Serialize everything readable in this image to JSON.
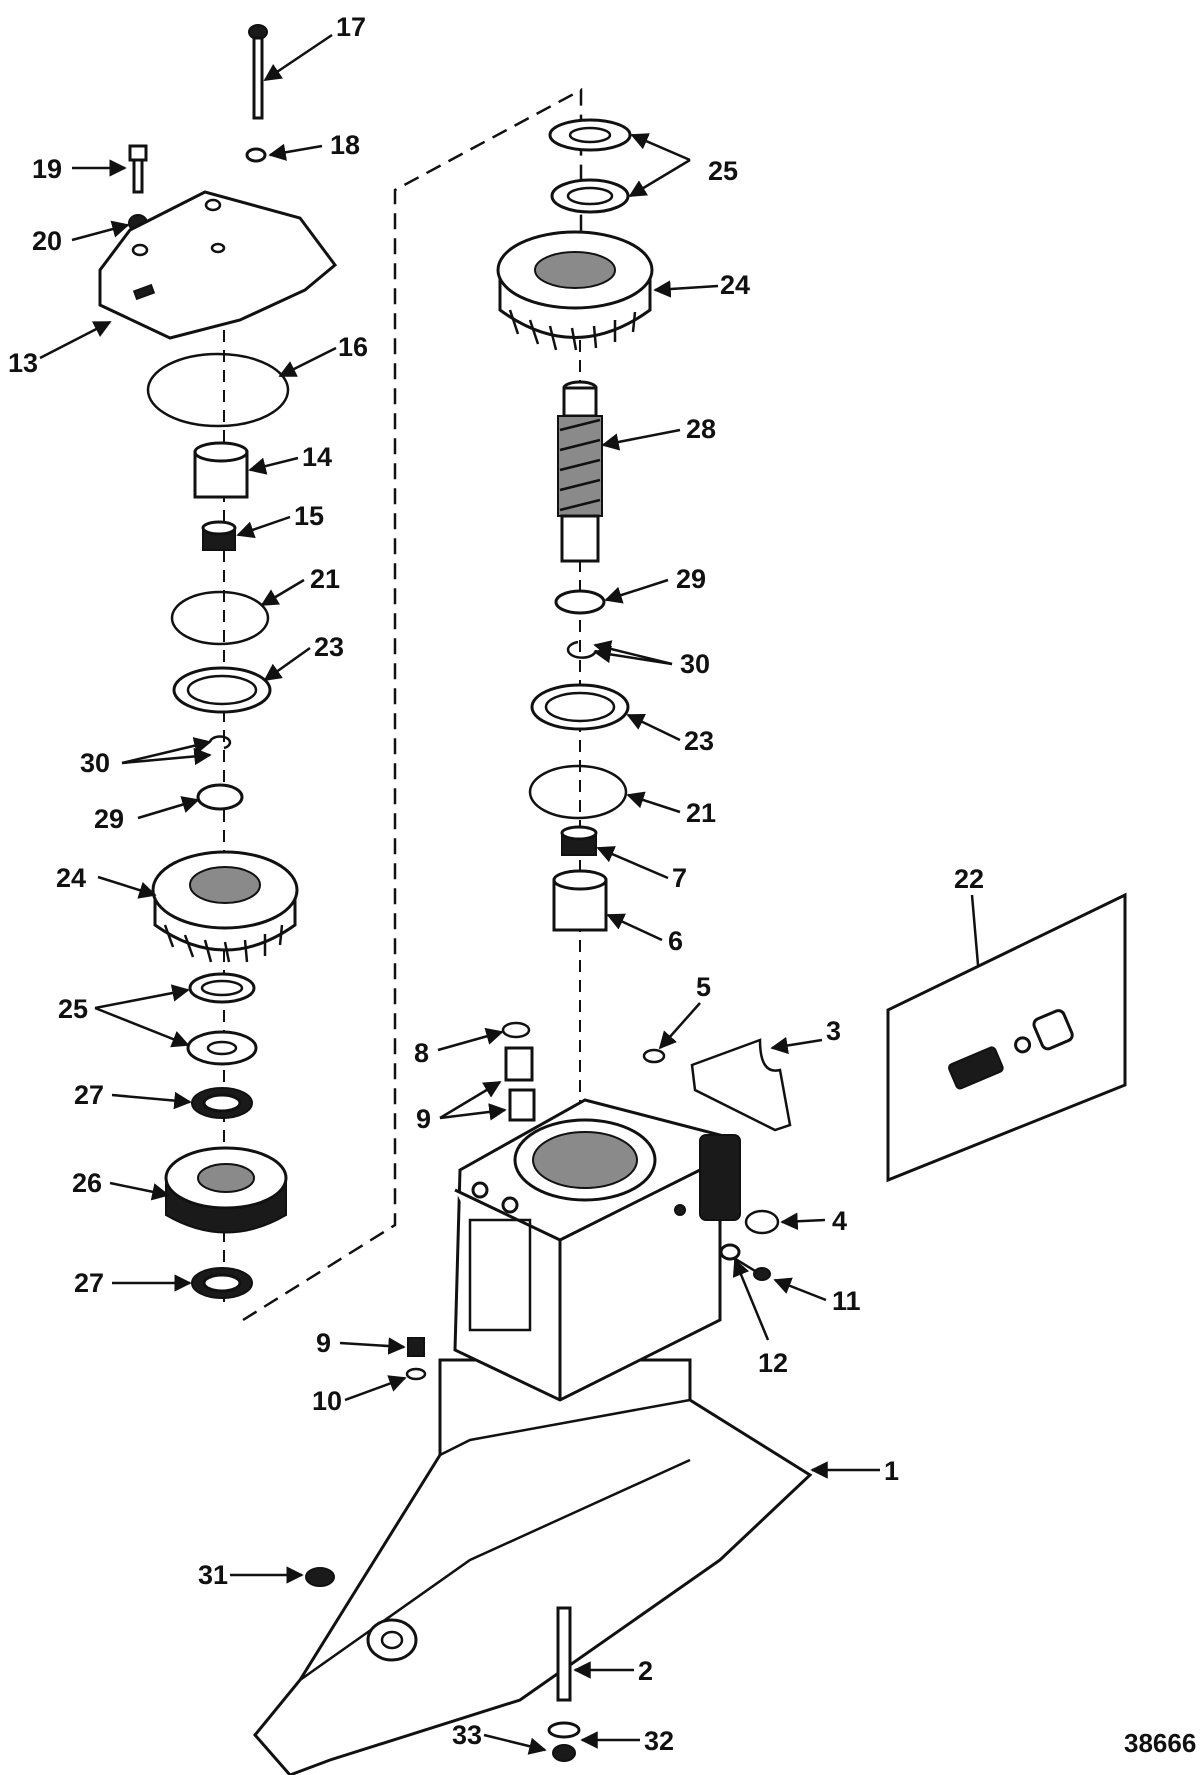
{
  "figure_id": "38666",
  "callouts": [
    "17",
    "18",
    "19",
    "20",
    "13",
    "16",
    "14",
    "15",
    "21",
    "23",
    "30",
    "29",
    "24",
    "25",
    "27",
    "26",
    "27",
    "25",
    "24",
    "28",
    "29",
    "30",
    "23",
    "21",
    "7",
    "6",
    "22",
    "5",
    "3",
    "8",
    "9",
    "4",
    "11",
    "12",
    "9",
    "10",
    "1",
    "31",
    "2",
    "33",
    "32"
  ]
}
